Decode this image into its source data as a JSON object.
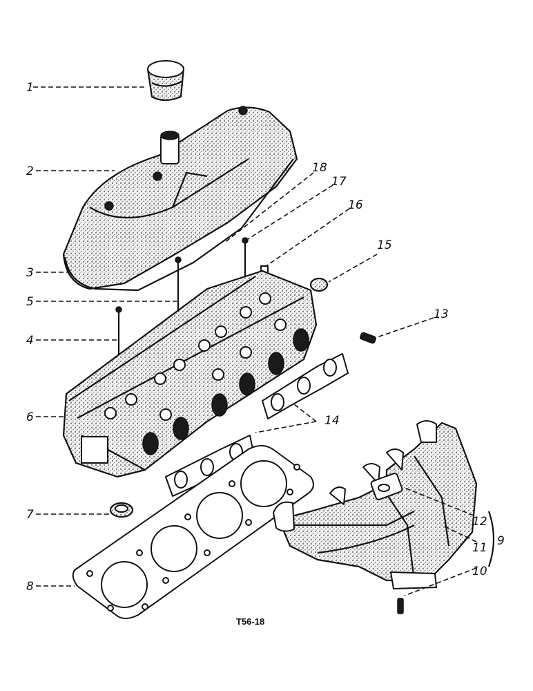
{
  "labels": {
    "l1": "1",
    "l2": "2",
    "l3": "3",
    "l4": "4",
    "l5": "5",
    "l6": "6",
    "l7": "7",
    "l8": "8",
    "l9": "9",
    "l10": "10",
    "l11": "11",
    "l12": "12",
    "l13": "13",
    "l14": "14",
    "l15": "15",
    "l16": "16",
    "l17": "17",
    "l18": "18"
  },
  "reference": "T56-18"
}
